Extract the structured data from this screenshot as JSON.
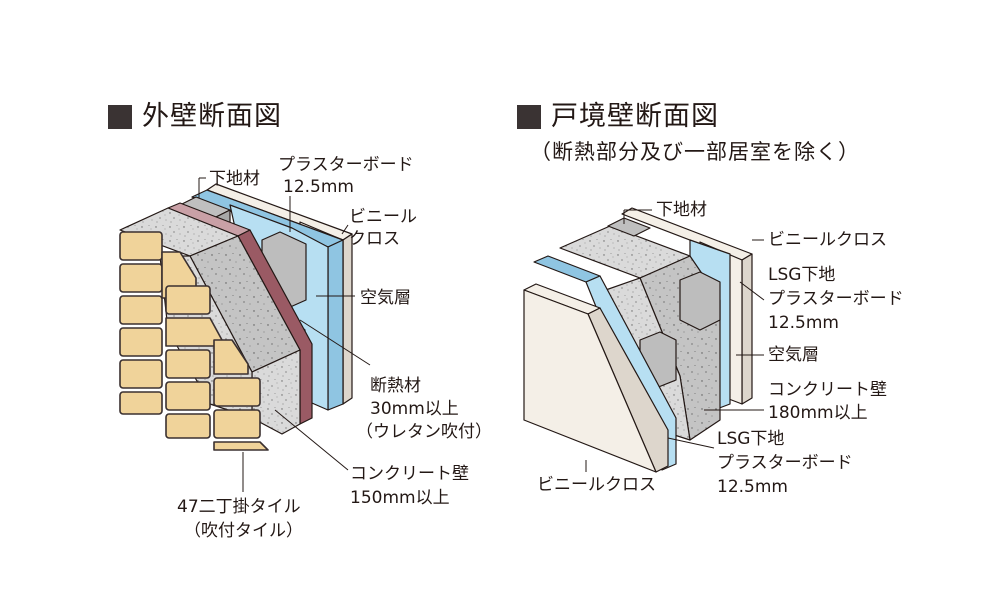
{
  "exterior": {
    "title": "外壁断面図",
    "labels": {
      "base_material": "下地材",
      "plaster_board": "プラスターボード",
      "plaster_board_thickness": "12.5mm",
      "vinyl": "ビニール",
      "cloth": "クロス",
      "air_layer": "空気層",
      "insulation": "断熱材",
      "insulation_thickness": "30mm以上",
      "insulation_note": "（ウレタン吹付）",
      "concrete_wall": "コンクリート壁",
      "concrete_thickness": "150mm以上",
      "tile": "47二丁掛タイル",
      "tile_note": "（吹付タイル）"
    }
  },
  "party": {
    "title": "戸境壁断面図",
    "subtitle": "（断熱部分及び一部居室を除く）",
    "labels": {
      "base_material": "下地材",
      "vinyl_cloth_right": "ビニールクロス",
      "lsg_base_right": "LSG下地",
      "plaster_board_right": "プラスターボード",
      "thickness_right": "12.5mm",
      "air_layer": "空気層",
      "concrete_wall": "コンクリート壁",
      "concrete_thickness": "180mm以上",
      "lsg_base_left": "LSG下地",
      "plaster_board_left": "プラスターボード",
      "thickness_left": "12.5mm",
      "vinyl_cloth_left": "ビニールクロス"
    }
  },
  "colors": {
    "brick": "#f0d39a",
    "brick_edge": "#3a3030",
    "concrete": "#d9d9d9",
    "insulation": "#9a5a64",
    "insulation_light": "#c9a0a6",
    "board": "#f4efe7",
    "board_side": "#ddd6cc",
    "gypsum": "#b7dff2",
    "gypsum_dark": "#8fc5e2",
    "line": "#231815"
  }
}
